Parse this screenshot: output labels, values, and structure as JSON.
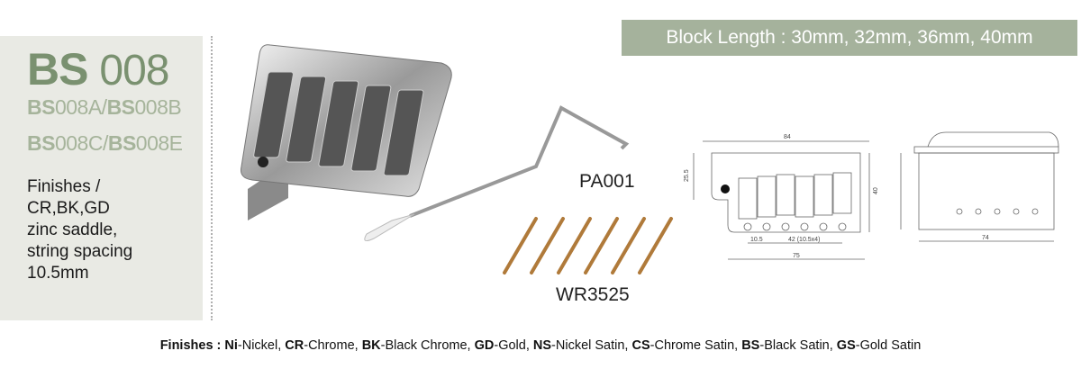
{
  "model": {
    "prefix": "BS",
    "number": "008"
  },
  "variants": [
    [
      {
        "prefix": "BS",
        "suffix": "008A"
      },
      {
        "prefix": "BS",
        "suffix": "008B"
      }
    ],
    [
      {
        "prefix": "BS",
        "suffix": "008C"
      },
      {
        "prefix": "BS",
        "suffix": "008E"
      }
    ]
  ],
  "description": [
    "Finishes /",
    "CR,BK,GD",
    "zinc saddle,",
    "string spacing",
    "10.5mm"
  ],
  "block_length": "Block Length : 30mm, 32mm, 36mm, 40mm",
  "parts": {
    "arm": "PA001",
    "screws": "WR3525"
  },
  "drawing": {
    "top_width": "84",
    "height_left": "25.5",
    "height_right": "40",
    "spacing": "10.5",
    "span": "42 (10.5x4)",
    "base_width": "75",
    "block_width": "74"
  },
  "footer": [
    {
      "code": "Finishes :",
      "name": ""
    },
    {
      "code": "Ni",
      "name": "-Nickel,"
    },
    {
      "code": "CR",
      "name": "-Chrome,"
    },
    {
      "code": "BK",
      "name": "-Black Chrome,"
    },
    {
      "code": "GD",
      "name": "-Gold,"
    },
    {
      "code": "NS",
      "name": "-Nickel Satin,"
    },
    {
      "code": "CS",
      "name": "-Chrome Satin,"
    },
    {
      "code": "BS",
      "name": "-Black Satin,"
    },
    {
      "code": "GS",
      "name": "-Gold Satin"
    }
  ],
  "colors": {
    "title": "#7a9170",
    "sub": "#a6b49b",
    "panel": "#e9eae4",
    "badge": "#a5b29c"
  }
}
